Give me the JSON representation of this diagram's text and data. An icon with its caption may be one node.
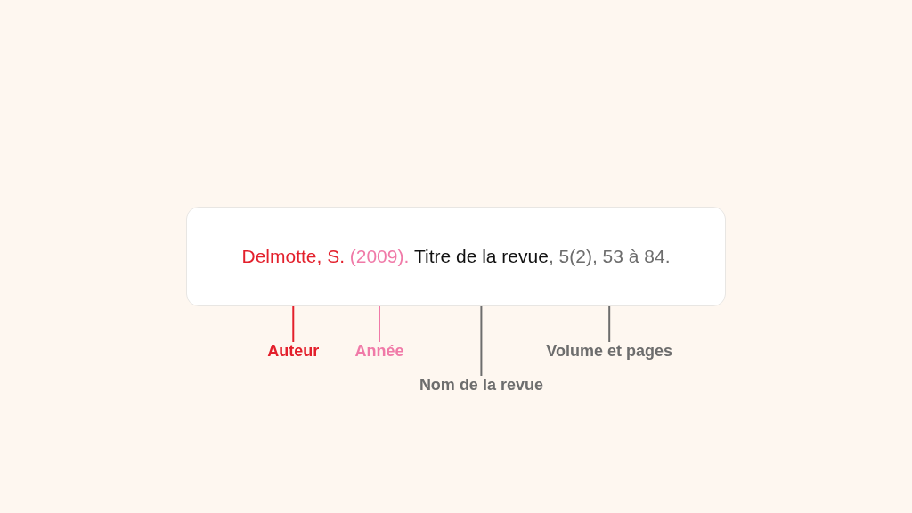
{
  "diagram": {
    "nodes": [
      {
        "text": [
          "Delmotte, S.",
          "(2009).",
          "Titre de la revue",
          ", 5(2), 53 à 84."
        ]
      },
      {
        "text": [
          "Auteur"
        ]
      },
      {
        "text": [
          "Année"
        ]
      },
      {
        "text": [
          "Nom de la revue"
        ]
      },
      {
        "text": [
          "Volume et pages"
        ]
      }
    ],
    "edges": [
      {
        "from": 1,
        "to": 0,
        "arrow": "none",
        "color": "#e3202c"
      },
      {
        "from": 2,
        "to": 0,
        "arrow": "none",
        "color": "#f07aa8"
      },
      {
        "from": 3,
        "to": 0,
        "arrow": "none"
      },
      {
        "from": 4,
        "to": 0,
        "arrow": "none"
      }
    ]
  }
}
